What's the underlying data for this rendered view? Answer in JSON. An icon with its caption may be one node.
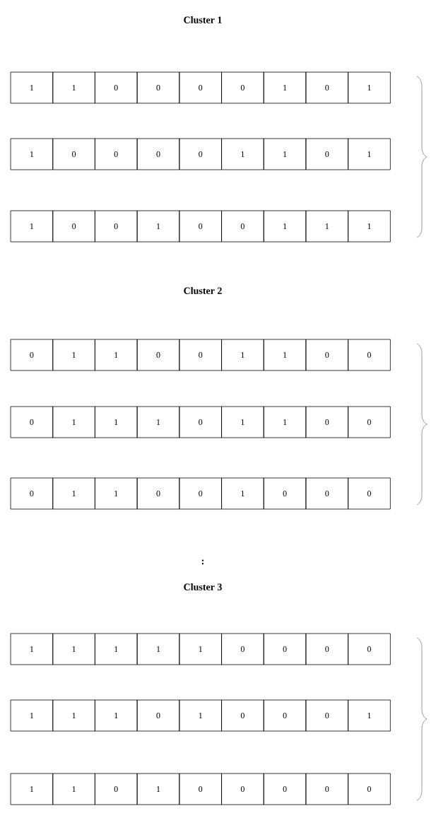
{
  "diagram": {
    "labels": [
      "Cluster 1",
      "1",
      "1",
      "0",
      "0",
      "0",
      "0",
      "1",
      "0",
      "1",
      "1",
      "0",
      "0",
      "0",
      "0",
      "1",
      "1",
      "0",
      "1",
      "1",
      "0",
      "0",
      "1",
      "0",
      "0",
      "1",
      "1",
      "1",
      "Cluster 2",
      "0",
      "1",
      "1",
      "0",
      "0",
      "1",
      "1",
      "0",
      "0",
      "0",
      "1",
      "1",
      "1",
      "0",
      "1",
      "1",
      "0",
      "0",
      "0",
      "1",
      "1",
      "0",
      "0",
      "1",
      "0",
      "0",
      "0",
      ":",
      "Cluster 3",
      "1",
      "1",
      "1",
      "1",
      "1",
      "0",
      "0",
      "0",
      "0",
      "1",
      "1",
      "1",
      "0",
      "1",
      "0",
      "0",
      "0",
      "1",
      "1",
      "1",
      "0",
      "1",
      "0",
      "0",
      "0",
      "0",
      "0"
    ]
  }
}
